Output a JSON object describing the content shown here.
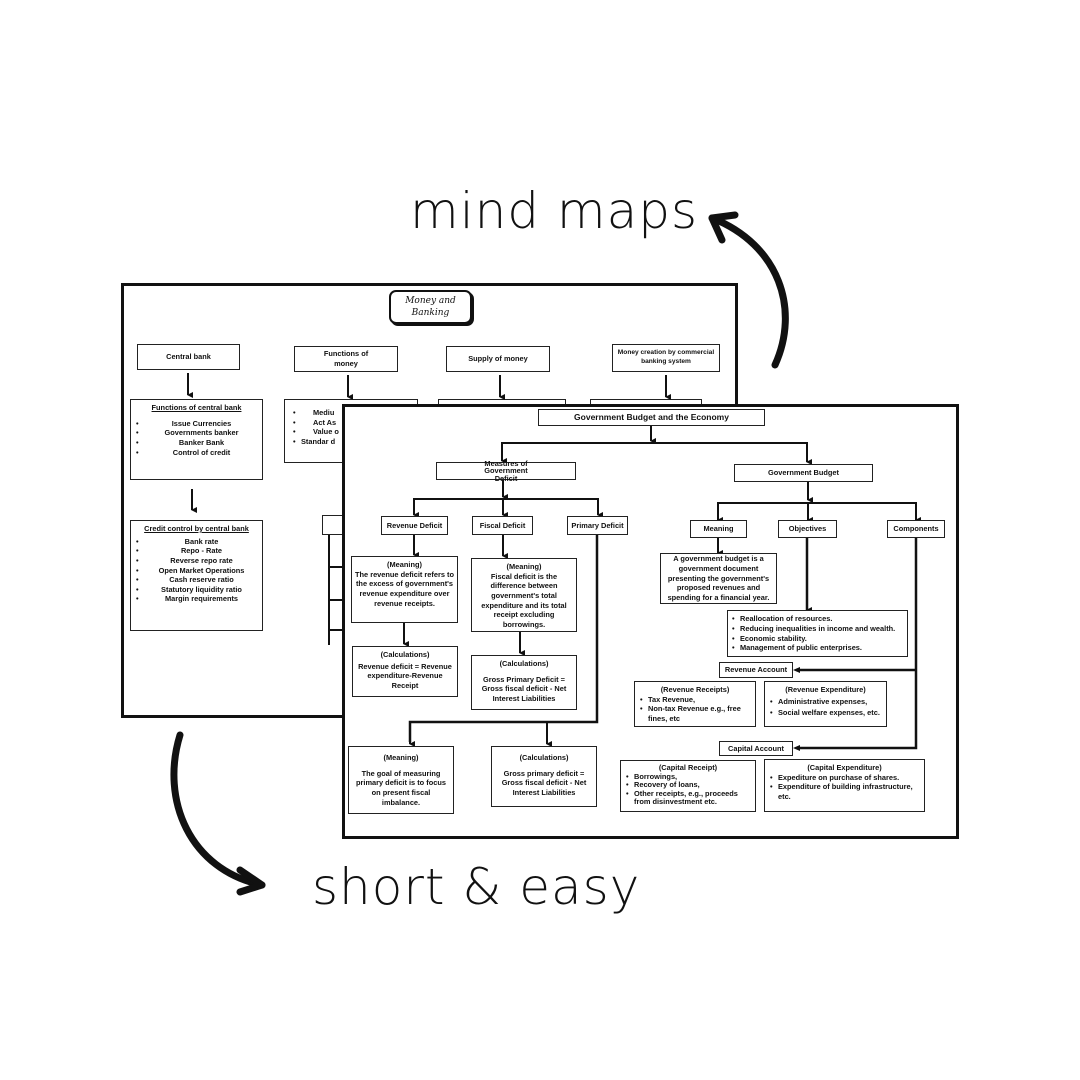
{
  "captions": {
    "top": "mind maps",
    "bottom": "short & easy"
  },
  "back_map": {
    "title": "Money and Banking",
    "headers": [
      "Central bank",
      "Functions of money",
      "Supply of money",
      "Money creation by commercial banking system"
    ],
    "functions_of_central_bank": {
      "title": "Functions of central bank",
      "items": [
        "Issue Currencies",
        "Governments banker",
        "Banker Bank",
        "Control of credit"
      ]
    },
    "credit_control": {
      "title": "Credit control by central bank",
      "items": [
        "Bank rate",
        "Repo - Rate",
        "Reverse repo rate",
        "Open Market Operations",
        "Cash reserve ratio",
        "Statutory liquidity ratio",
        "Margin requirements"
      ]
    },
    "functions_of_money_items": [
      "Mediu",
      "Act As",
      "Value o",
      "Standar d"
    ]
  },
  "front_map": {
    "title": "Government Budget and the Economy",
    "measures": "Measures of Government Deficit",
    "revenue_deficit": {
      "label": "Revenue Deficit",
      "meaning_head": "(Meaning)",
      "meaning": "The revenue deficit refers to the excess of government's revenue expenditure over revenue receipts.",
      "calc_head": "(Calculations)",
      "calc": "Revenue deficit = Revenue expenditure-Revenue Receipt"
    },
    "fiscal_deficit": {
      "label": "Fiscal Deficit",
      "meaning_head": "(Meaning)",
      "meaning": "Fiscal deficit is the difference between government's total expenditure and its total receipt excluding borrowings.",
      "calc_head": "(Calculations)",
      "calc": "Gross Primary Deficit = Gross fiscal deficit - Net Interest Liabilities"
    },
    "primary_deficit": {
      "label": "Primary Deficit",
      "meaning_head": "(Meaning)",
      "meaning": "The goal of measuring primary deficit is to focus on present fiscal imbalance.",
      "calc_head": "(Calculations)",
      "calc": "Gross primary deficit = Gross fiscal deficit - Net Interest Liabilities"
    },
    "government_budget": "Government Budget",
    "meaning": {
      "label": "Meaning",
      "text": "A government budget is a government document presenting the government's proposed revenues and spending for a financial year."
    },
    "objectives": {
      "label": "Objectives",
      "items": [
        "Reallocation of resources.",
        "Reducing inequalities in income and wealth.",
        "Economic stability.",
        "Management of public enterprises."
      ]
    },
    "components": "Components",
    "revenue_account": "Revenue Account",
    "revenue_receipts": {
      "head": "(Revenue Receipts)",
      "items": [
        "Tax Revenue,",
        "Non-tax Revenue e.g., free fines, etc"
      ]
    },
    "revenue_expenditure": {
      "head": "(Revenue Expenditure)",
      "items": [
        "Administrative expenses,",
        "Social welfare expenses, etc."
      ]
    },
    "capital_account": "Capital Account",
    "capital_receipt": {
      "head": "(Capital Receipt)",
      "items": [
        "Borrowings,",
        "Recovery of loans,",
        "Other receipts, e.g., proceeds from disinvestment etc."
      ]
    },
    "capital_expenditure": {
      "head": "(Capital Expenditure)",
      "items": [
        "Expediture on purchase of shares.",
        "Expenditure of building infrastructure, etc."
      ]
    }
  }
}
